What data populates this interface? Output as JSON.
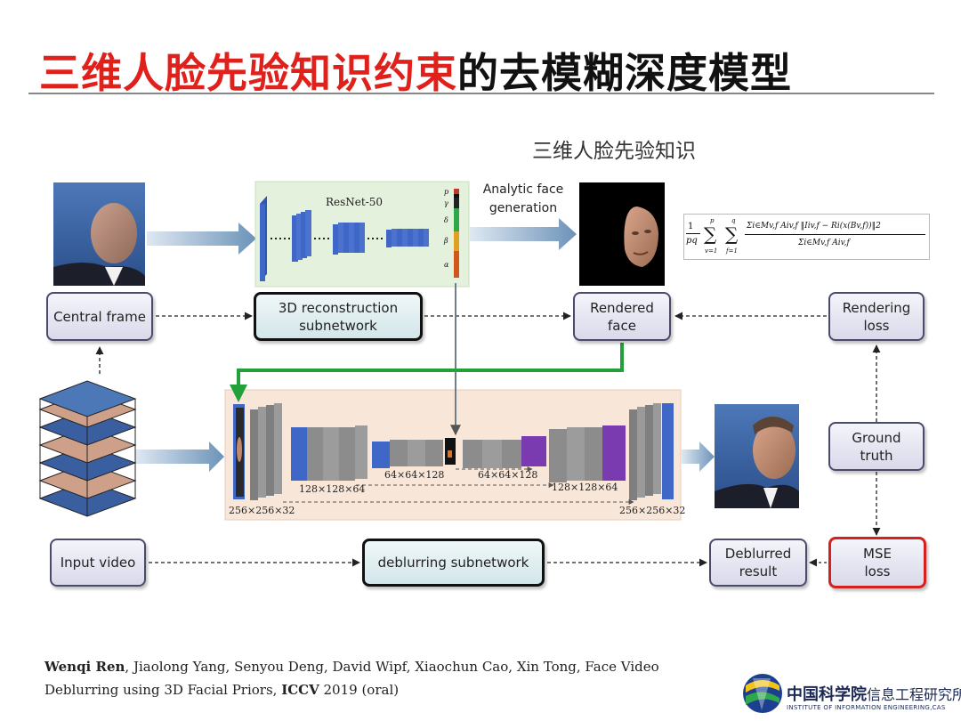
{
  "slide": {
    "title_red": "三维人脸先验知识约束",
    "title_black": "的去模糊深度模型",
    "prior_heading": "三维人脸先验知识"
  },
  "resnet": {
    "label": "ResNet-50",
    "params": [
      "p",
      "γ",
      "δ",
      "β",
      "α"
    ]
  },
  "analytic": {
    "line1": "Analytic face",
    "line2": "generation"
  },
  "formula": {
    "prefix_num": "1",
    "prefix_den": "pq",
    "sum1_top": "p",
    "sum1_bot": "v=1",
    "sum2_top": "q",
    "sum2_bot": "f=1",
    "numerator": "Σi∈Mv,f Aiv,f ‖Iiv,f − Ri(x(Bv,f))‖2",
    "denominator": "Σi∈Mv,f Aiv,f"
  },
  "boxes": {
    "central_frame": "Central frame",
    "recon_line1": "3D reconstruction",
    "recon_line2": "subnetwork",
    "rendered_line1": "Rendered",
    "rendered_line2": "face",
    "rendering_loss_line1": "Rendering",
    "rendering_loss_line2": "loss",
    "ground_truth_line1": "Ground",
    "ground_truth_line2": "truth",
    "input_video": "Input video",
    "deblurring": "deblurring subnetwork",
    "deblurred_line1": "Deblurred",
    "deblurred_line2": "result",
    "mse_line1": "MSE",
    "mse_line2": "loss"
  },
  "unet": {
    "label_256_in": "256×256×32",
    "label_128_left": "128×128×64",
    "label_64_left": "64×64×128",
    "label_64_right": "64×64×128",
    "label_128_right": "128×128×64",
    "label_256_out": "256×256×32"
  },
  "citation": {
    "author_bold": "Wenqi Ren",
    "authors_rest": ", Jiaolong Yang, Senyou Deng, David Wipf, Xiaochun Cao, Xin Tong, Face Video",
    "line2_start": "Deblurring using 3D Facial Priors, ",
    "venue": "ICCV",
    "line2_end": " 2019 (oral)"
  },
  "logo": {
    "name_cn": "中国科学院",
    "institute_cn": "信息工程研究所",
    "institute_en": "INSTITUTE OF INFORMATION ENGINEERING,CAS"
  },
  "colors": {
    "title_red": "#e0201b",
    "green_arrow": "#22a03a",
    "mse_border": "#d52020",
    "resnet_bg": "#e4f1dc",
    "unet_bg": "#f8e6d8",
    "blue_block": "#3f67c8",
    "gray_block": "#8c8c8c",
    "purple_block": "#7a3bb0"
  }
}
